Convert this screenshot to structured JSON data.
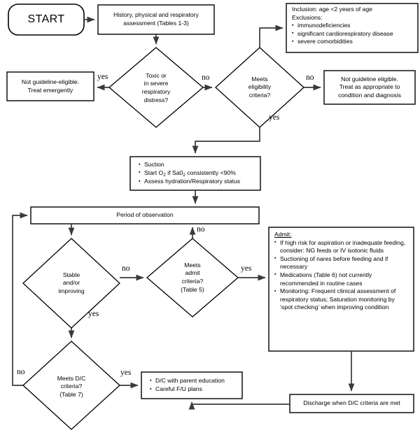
{
  "diagram": {
    "title": "Bronchiolitis clinical management flowchart",
    "nodes": {
      "start": {
        "label": "START",
        "shape": "rounded-rectangle"
      },
      "history": {
        "line1": "History, physical and respiratory",
        "line2": "assessment (Tables 1-3)",
        "shape": "rectangle"
      },
      "toxic": {
        "line1": "Toxic or",
        "line2": "in severe",
        "line3": "respiratory",
        "line4": "distress?",
        "shape": "diamond"
      },
      "not_eligible_emergent": {
        "line1": "Not guideline-eligible.",
        "line2": "Treat emergently",
        "shape": "rectangle"
      },
      "eligibility": {
        "line1": "Meets",
        "line2": "eligibility",
        "line3": "criteria?",
        "shape": "diamond"
      },
      "inclusion": {
        "line1": "Inclusion: age <2 years of age",
        "line2": "Exclusions:",
        "bullets": [
          "immunodeficiencies",
          "significant cardiorespiratory disease",
          "severe comorbidities"
        ],
        "shape": "rectangle"
      },
      "not_eligible_condition": {
        "line1": "Not guideline eligible.",
        "line2": "Treat as appropriate to",
        "line3": "condition and diagnosis",
        "shape": "rectangle"
      },
      "initial_care": {
        "bullets": [
          "Suction",
          "Start O2 if SaO2 consistently <90%",
          "Assess hydration/Respiratory status"
        ],
        "bullet_parts": [
          {
            "pre": "Suction",
            "sub1": "",
            "mid": "",
            "sub2": "",
            "post": ""
          },
          {
            "pre": "Start O",
            "sub1": "2",
            "mid": " if Sa0",
            "sub2": "2",
            "post": " consistently <90%"
          },
          {
            "pre": "Assess hydration/Respiratory status",
            "sub1": "",
            "mid": "",
            "sub2": "",
            "post": ""
          }
        ],
        "shape": "rectangle"
      },
      "observation": {
        "label": "Period of observation",
        "shape": "rectangle"
      },
      "stable": {
        "line1": "Stable",
        "line2": "and/or",
        "line3": "improving",
        "shape": "diamond"
      },
      "admit_criteria": {
        "line1": "Meets",
        "line2": "admit",
        "line3": "criteria?",
        "line4": "(Table 5)",
        "shape": "diamond"
      },
      "admit_panel": {
        "heading": "Admit:",
        "bullets": [
          "If high risk for aspiration or inadequate feeding, consider: NG feeds or IV isotonic fluids",
          "Suctioning of nares before feeding and if necessary",
          "Medications (Table 6) not currently recommended in routine cases",
          "Monitoring: Frequent clinical assessment of respiratory status; Saturation monitoring by ‘spot checking’ when improving condition"
        ],
        "shape": "rectangle"
      },
      "dc_criteria": {
        "line1": "Meets D/C",
        "line2": "criteria?",
        "line3": "(Table 7)",
        "shape": "diamond"
      },
      "dc_plan": {
        "bullets": [
          "D/C with parent education",
          "Careful F/U plans"
        ],
        "shape": "rectangle"
      },
      "discharge": {
        "label": "Discharge when D/C criteria are met",
        "shape": "rectangle"
      }
    },
    "branch_labels": {
      "toxic_yes": "yes",
      "toxic_no": "no",
      "eligibility_no": "no",
      "eligibility_yes": "yes",
      "stable_no": "no",
      "stable_yes": "yes",
      "admit_no": "no",
      "admit_yes": "yes",
      "dc_no": "no",
      "dc_yes": "yes"
    },
    "colors": {
      "background": "#ffffff",
      "stroke": "#000000",
      "connector": "#3a3a3a",
      "text": "#000000"
    }
  }
}
